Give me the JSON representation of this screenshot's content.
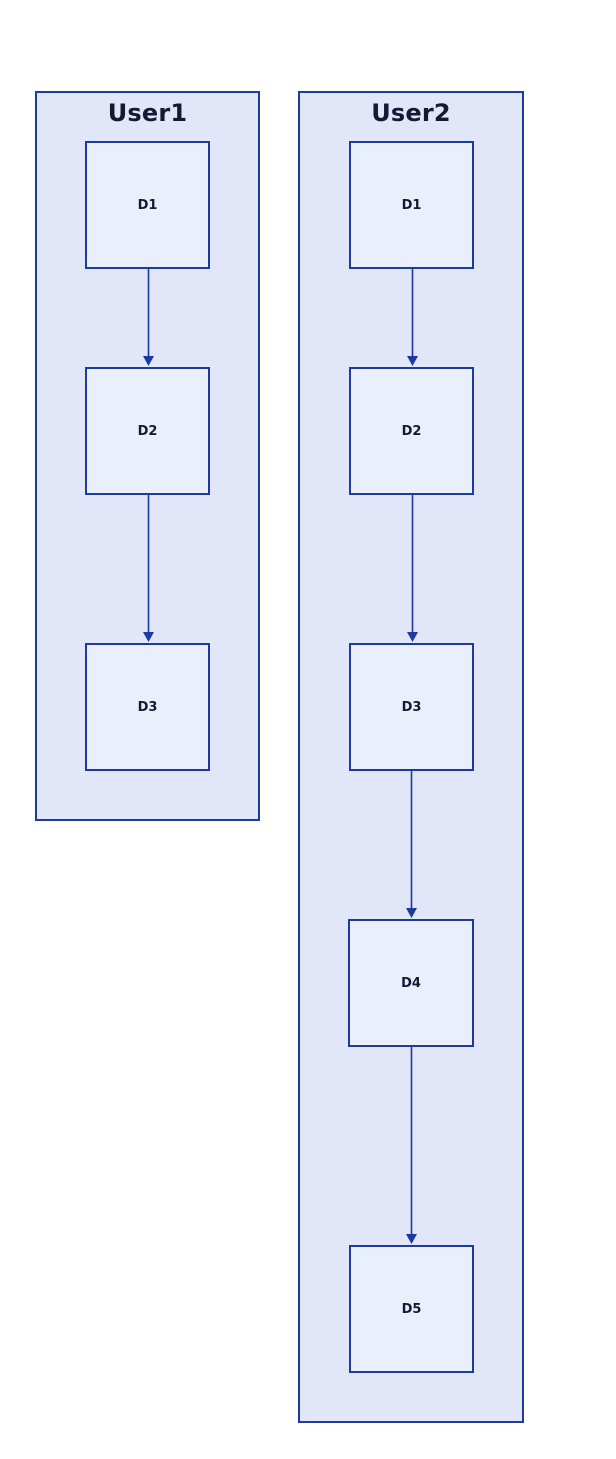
{
  "colors": {
    "lane_fill": "#e1e6f9",
    "node_fill": "#eaeffc",
    "stroke": "#1d3aa0",
    "text": "#141a33"
  },
  "lanes": [
    {
      "title": "User1",
      "nodes": [
        "D1",
        "D2",
        "D3"
      ]
    },
    {
      "title": "User2",
      "nodes": [
        "D1",
        "D2",
        "D3",
        "D4",
        "D5"
      ]
    }
  ],
  "edges": [
    {
      "lane": 0,
      "from": "D1",
      "to": "D2"
    },
    {
      "lane": 0,
      "from": "D2",
      "to": "D3"
    },
    {
      "lane": 1,
      "from": "D1",
      "to": "D2"
    },
    {
      "lane": 1,
      "from": "D2",
      "to": "D3"
    },
    {
      "lane": 1,
      "from": "D3",
      "to": "D4"
    },
    {
      "lane": 1,
      "from": "D4",
      "to": "D5"
    }
  ]
}
